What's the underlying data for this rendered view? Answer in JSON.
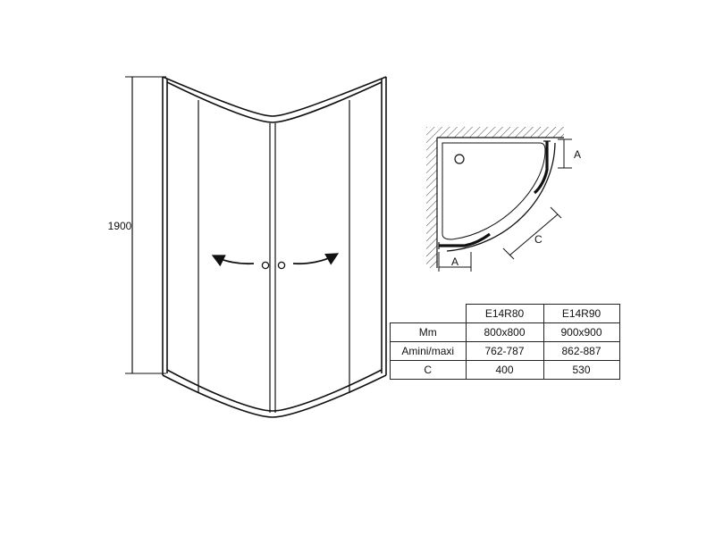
{
  "front_view": {
    "height_label": "1900"
  },
  "plan_view": {
    "label_a_side": "A",
    "label_a_bottom": "A",
    "label_c": "C"
  },
  "spec_table": {
    "headers": [
      "",
      "E14R80",
      "E14R90"
    ],
    "rows": [
      [
        "Mm",
        "800x800",
        "900x900"
      ],
      [
        "Amini/maxi",
        "762-787",
        "862-887"
      ],
      [
        "C",
        "400",
        "530"
      ]
    ]
  }
}
